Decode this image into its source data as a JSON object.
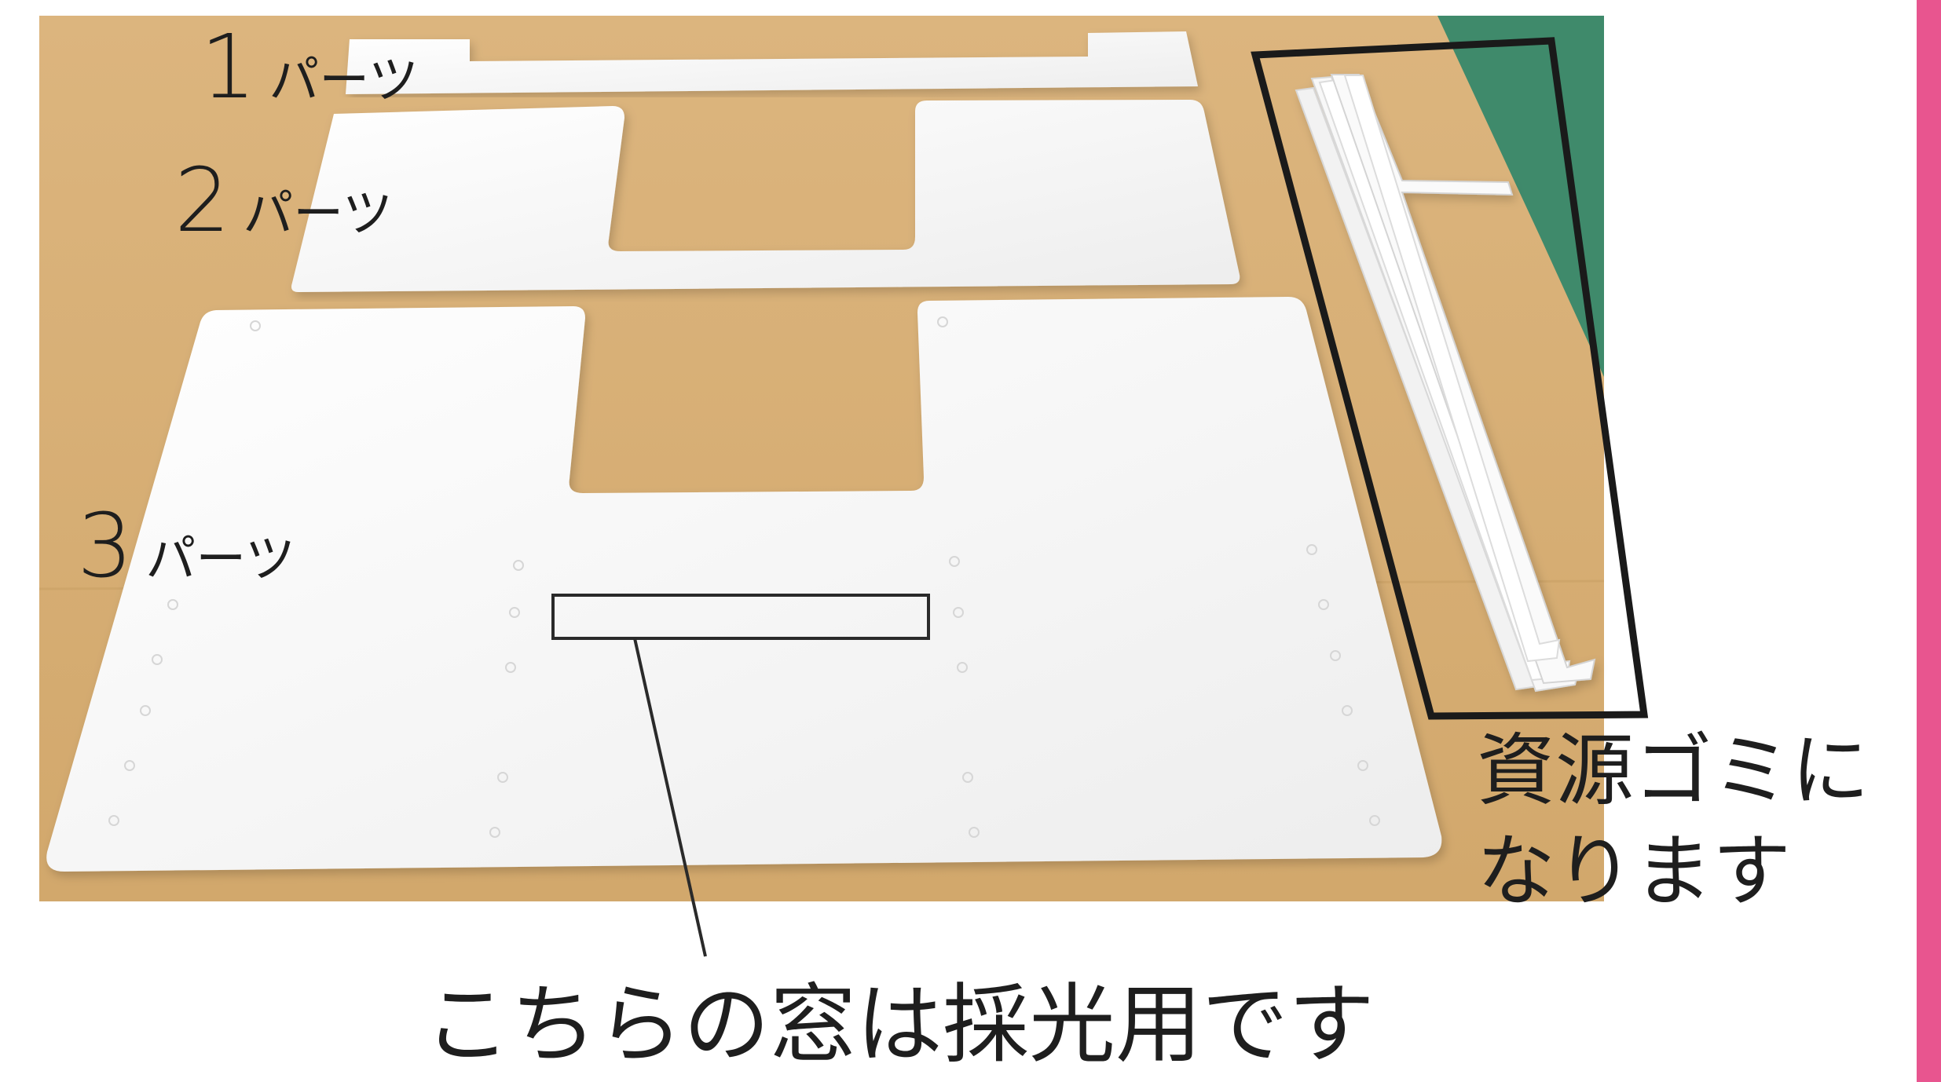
{
  "labels": {
    "part1": {
      "num": "1",
      "word": "パーツ"
    },
    "part2": {
      "num": "2",
      "word": "パーツ"
    },
    "part3": {
      "num": "3",
      "word": "パーツ"
    }
  },
  "notes": {
    "recycle": {
      "line1": "資源ゴミに",
      "line2": "なります"
    },
    "window": "こちらの窓は採光用です"
  },
  "colors": {
    "cardboard": "#d9b27a",
    "board": "#f7f7f7",
    "mat": "#3e8a6a",
    "accent": "#e8558f",
    "outline": "#1a1a1a"
  }
}
